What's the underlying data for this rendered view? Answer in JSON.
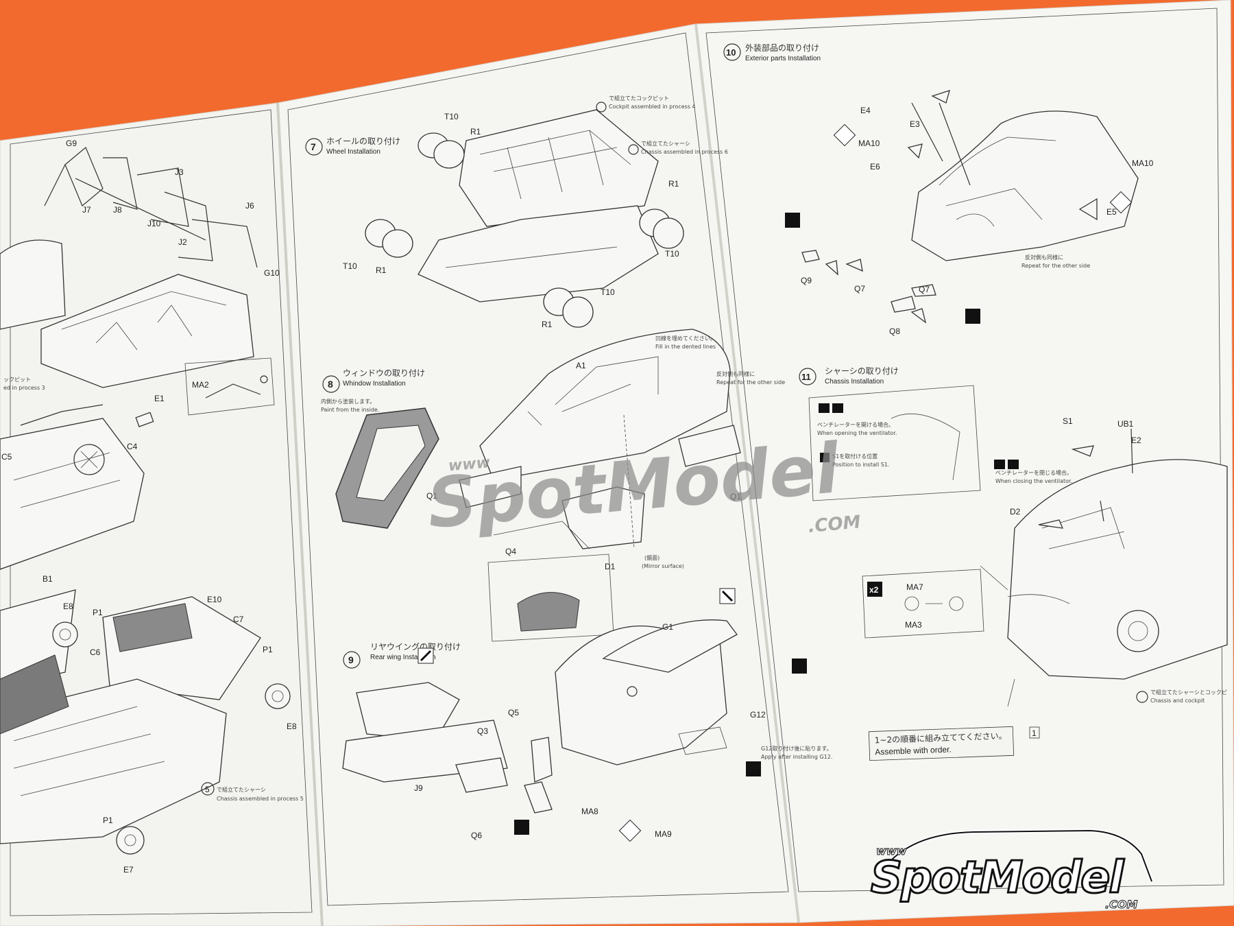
{
  "colors": {
    "background": "#f26a2e",
    "paper": "#f4f4f1",
    "ink": "#222222"
  },
  "left_panel": {
    "part_labels": [
      "G9",
      "J3",
      "J7",
      "J8",
      "J10",
      "J2",
      "J6",
      "G10",
      "MA2",
      "E1",
      "C5",
      "C4",
      "B1",
      "E10",
      "E8",
      "P1",
      "C7",
      "C6",
      "P1",
      "E8",
      "P1",
      "E7"
    ],
    "cockpit_note": "ックピット",
    "cockpit_note_en": "ed in process 3",
    "chassis_note_jp": "で組立てたシャーシ",
    "chassis_note_en": "Chassis assembled in process 5",
    "step_ref": "5"
  },
  "middle_panel": {
    "step7": {
      "number": "7",
      "title_jp": "ホイールの取り付け",
      "title_en": "Wheel Installation",
      "ref4_jp": "で組立てたコックピット",
      "ref4_en": "Cockpit assembled in process 4",
      "ref6_jp": "で組立てたシャーシ",
      "ref6_en": "Chassis assembled in process 6",
      "parts": [
        "T10",
        "R1",
        "R1",
        "T10",
        "R1",
        "T10",
        "R1",
        "T10"
      ]
    },
    "step8": {
      "number": "8",
      "title_jp": "ウィンドウの取り付け",
      "title_en": "Whindow Installation",
      "paint_jp": "内側から塗装します。",
      "paint_en": "Paint from the inside.",
      "fill_jp": "凹線を埋めてください。",
      "fill_en": "Fill in the dented lines",
      "repeat_jp": "反対側も同様に",
      "repeat_en": "Repeat for the other side",
      "parts": [
        "A1",
        "Q1",
        "Q1",
        "Q4",
        "D1"
      ],
      "mirror": "(鏡面)",
      "mirror_en": "(Mirror surface)"
    },
    "step9": {
      "number": "9",
      "title_jp": "リヤウイングの取り付け",
      "title_en": "Rear wing Installation",
      "parts": [
        "G1",
        "G12",
        "Q3",
        "Q5",
        "J9",
        "Q6",
        "MA8",
        "MA9"
      ],
      "g12_note_jp": "G12取り付け後に貼ります。",
      "g12_note_en": "Apply after installing G12."
    }
  },
  "right_panel": {
    "step10": {
      "number": "10",
      "title_jp": "外装部品の取り付け",
      "title_en": "Exterior parts Installation",
      "parts": [
        "E4",
        "E3",
        "MA10",
        "E6",
        "MA10",
        "E5",
        "Q9",
        "Q7",
        "Q7",
        "Q8"
      ],
      "repeat_jp": "反対側も同様に",
      "repeat_en": "Repeat for the other side"
    },
    "step11": {
      "number": "11",
      "title_jp": "シャーシの取り付け",
      "title_en": "Chassis Installation",
      "open_jp": "ベンチレーターを開ける場合。",
      "open_en": "When opening the ventilator.",
      "s1_jp": "S1を取付ける位置",
      "s1_en": "Position to install S1.",
      "close_jp": "ベンチレーターを閉じる場合。",
      "close_en": "When closing the ventilator.",
      "parts": [
        "S1",
        "UB1",
        "E2",
        "D2",
        "MA7",
        "MA3"
      ],
      "multiplier": "x2",
      "ref7_jp": "で組立てたシャーシとコックピ",
      "ref7_en": "Chassis and cockpit"
    },
    "order_note_jp": "1~2の順番に組み立ててください。",
    "order_note_en": "Assemble with order.",
    "page_number": "1"
  },
  "watermark": {
    "www": "www",
    "brand": "SpotModel",
    "com": ".COM"
  },
  "logo": {
    "www": "www",
    "brand": "SpotModel",
    "com": ".COM"
  }
}
